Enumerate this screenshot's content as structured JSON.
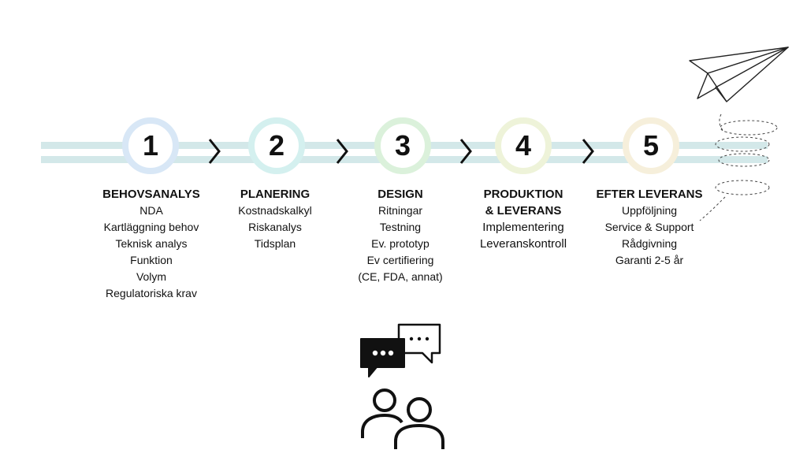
{
  "steps": [
    {
      "number": "1",
      "color": "#d8e7f6",
      "title_lines": [
        "BEHOVSANALYS"
      ],
      "items": [
        "NDA",
        "Kartläggning behov",
        "Teknisk analys",
        "Funktion",
        "Volym",
        "Regulatoriska krav"
      ]
    },
    {
      "number": "2",
      "color": "#d4f0ef",
      "title_lines": [
        "PLANERING"
      ],
      "items": [
        "Kostnadskalkyl",
        "Riskanalys",
        "Tidsplan"
      ]
    },
    {
      "number": "3",
      "color": "#dbf1db",
      "title_lines": [
        "DESIGN"
      ],
      "items": [
        "Ritningar",
        "Testning",
        "Ev. prototyp",
        "Ev certifiering",
        "(CE, FDA, annat)"
      ]
    },
    {
      "number": "4",
      "color": "#eef3d9",
      "title_lines": [
        "PRODUKTION",
        "& LEVERANS"
      ],
      "items": [
        "Implementering",
        "Leveranskontroll"
      ]
    },
    {
      "number": "5",
      "color": "#f6efdb",
      "title_lines": [
        "EFTER LEVERANS"
      ],
      "items": [
        "Uppföljning",
        "Service & Support",
        "Rådgivning",
        "Garanti 2-5 år"
      ]
    }
  ],
  "icons": {
    "chevron": "chevron-right-icon",
    "plane": "paper-plane-icon",
    "chat": "chat-bubbles-icon",
    "people": "people-icon"
  }
}
